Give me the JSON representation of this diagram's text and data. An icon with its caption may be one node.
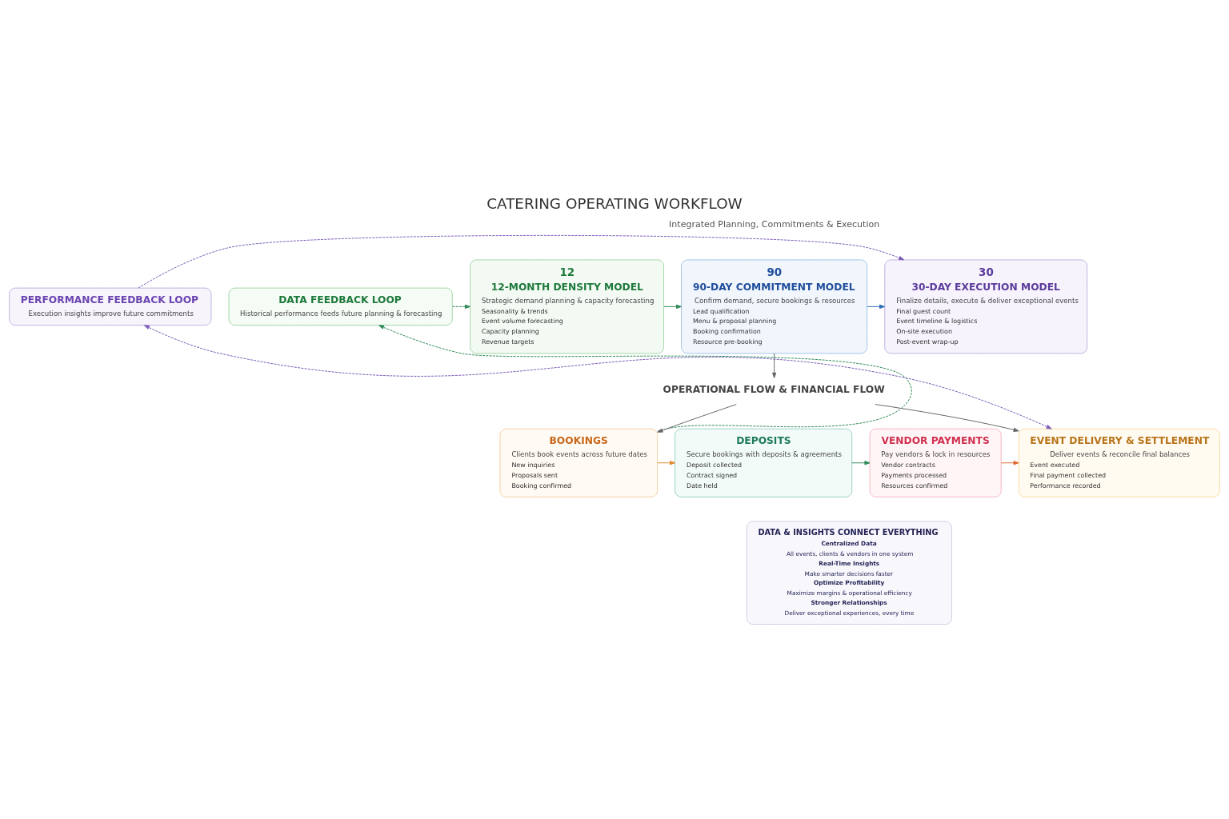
{
  "diagram": {
    "title": "CATERING OPERATING WORKFLOW",
    "nodes": [
      {
        "text": [
          "12",
          "12-MONTH DENSITY MODEL",
          "Strategic demand planning & capacity forecasting",
          "Seasonality & trends",
          "Event volume forecasting",
          "Capacity planning",
          "Revenue targets"
        ]
      },
      {
        "text": [
          "90",
          "90-DAY COMMITMENT MODEL",
          "Confirm demand, secure bookings & resources",
          "Lead qualification",
          "Menu & proposal planning",
          "Booking confirmation",
          "Resource pre-booking"
        ]
      },
      {
        "text": [
          "30",
          "30-DAY EXECUTION MODEL",
          "Finalize details, execute & deliver exceptional events",
          "Final guest count",
          "Event timeline & logistics",
          "On-site execution",
          "Post-event wrap-up"
        ]
      },
      {
        "text": [
          "DATA FEEDBACK LOOP",
          "Historical performance feeds future planning & forecasting"
        ]
      },
      {
        "text": [
          "PERFORMANCE FEEDBACK LOOP",
          "Execution insights improve future commitments"
        ]
      },
      {
        "text": [
          "BOOKINGS",
          "Clients book events across future dates",
          "New inquiries",
          "Proposals sent",
          "Booking confirmed"
        ]
      },
      {
        "text": [
          "DEPOSITS",
          "Secure bookings with deposits & agreements",
          "Deposit collected",
          "Contract signed",
          "Date held"
        ]
      },
      {
        "text": [
          "VENDOR PAYMENTS",
          "Pay vendors & lock in resources",
          "Vendor contracts",
          "Payments processed",
          "Resources confirmed"
        ]
      },
      {
        "text": [
          "EVENT DELIVERY & SETTLEMENT",
          "Deliver events & reconcile final balances",
          "Event executed",
          "Final payment collected",
          "Performance recorded"
        ]
      },
      {
        "text": [
          "DATA & INSIGHTS CONNECT EVERYTHING",
          "Centralized Data",
          "All events, clients & vendors in one system",
          "Real-Time Insights",
          "Make smarter decisions faster",
          "Optimize Profitability",
          "Maximize margins & operational efficiency",
          "Stronger Relationships",
          "Deliver exceptional experiences, every time"
        ]
      },
      {
        "text": [
          "OPERATIONAL FLOW & FINANCIAL FLOW"
        ]
      }
    ],
    "edges": [
      {
        "from": 0,
        "to": 1,
        "arrow": "to",
        "color": "#2e8b57"
      },
      {
        "from": 1,
        "to": 2,
        "arrow": "to",
        "color": "#2f6db5"
      },
      {
        "from": 3,
        "to": 0,
        "arrow": "to",
        "style": "dashed",
        "color": "#2e8b57"
      },
      {
        "from": 5,
        "to": 3,
        "arrow": "to",
        "style": "dashed",
        "color": "#2e8b57"
      },
      {
        "from": 4,
        "to": 2,
        "arrow": "to",
        "style": "dashed",
        "color": "#7b5cb8"
      },
      {
        "from": 8,
        "to": 4,
        "arrow": "both",
        "style": "dashed",
        "color": "#7b5cb8"
      },
      {
        "from": 1,
        "to": 10,
        "arrow": "to",
        "color": "#666666"
      },
      {
        "from": 10,
        "to": 5,
        "arrow": "to",
        "color": "#666666"
      },
      {
        "from": 10,
        "to": 8,
        "arrow": "to",
        "color": "#666666"
      },
      {
        "from": 5,
        "to": 6,
        "arrow": "to",
        "color": "#e08a2e"
      },
      {
        "from": 6,
        "to": 7,
        "arrow": "to",
        "color": "#2e8b57"
      },
      {
        "from": 7,
        "to": 8,
        "arrow": "to",
        "color": "#e06a2e"
      }
    ],
    "labels": [
      "Integrated Planning, Commitments & Execution"
    ]
  }
}
